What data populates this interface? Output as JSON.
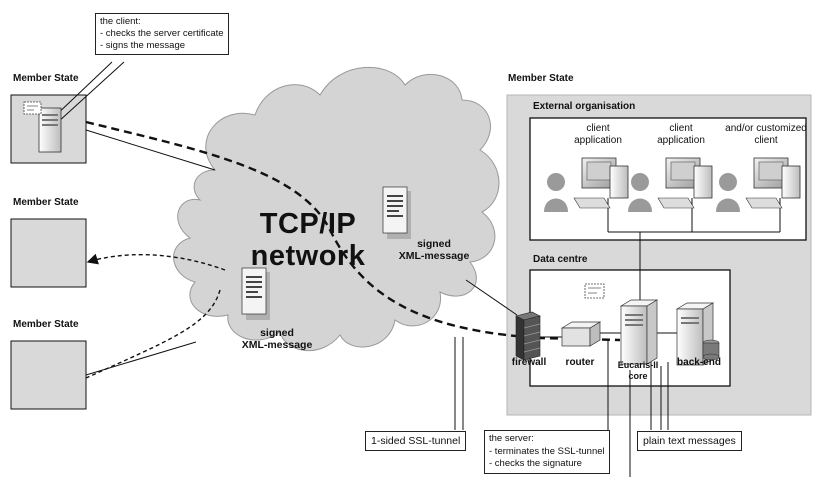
{
  "left_member_states": [
    {
      "label": "Member State"
    },
    {
      "label": "Member State"
    },
    {
      "label": "Member State"
    }
  ],
  "right_member_state": {
    "label": "Member State"
  },
  "external_org": {
    "label": "External organisation",
    "clients": [
      {
        "line1": "client",
        "line2": "application"
      },
      {
        "line1": "client",
        "line2": "application"
      },
      {
        "line1": "and/or customized",
        "line2": "client"
      }
    ]
  },
  "data_centre": {
    "label": "Data centre",
    "firewall": "firewall",
    "router": "router",
    "core_line1": "Eucaris-II",
    "core_line2": "core",
    "backend": "back-end"
  },
  "network": {
    "line1": "TCP/IP",
    "line2": "network"
  },
  "messages": [
    {
      "line1": "signed",
      "line2": "XML-message"
    },
    {
      "line1": "signed",
      "line2": "XML-message"
    }
  ],
  "client_callout": {
    "title": "the client:",
    "items": [
      "- checks the server certificate",
      "- signs the message"
    ]
  },
  "server_callout": {
    "title": "the server:",
    "items": [
      "- terminates the SSL-tunnel",
      "- checks the signature"
    ]
  },
  "ssl_tunnel_label": "1-sided SSL-tunnel",
  "plain_text_label": "plain text messages",
  "colors": {
    "grey_panel": "#d9d9d9",
    "cloud": "#d4d4d4",
    "server_body": "#e6e6e6",
    "line": "#111111"
  }
}
